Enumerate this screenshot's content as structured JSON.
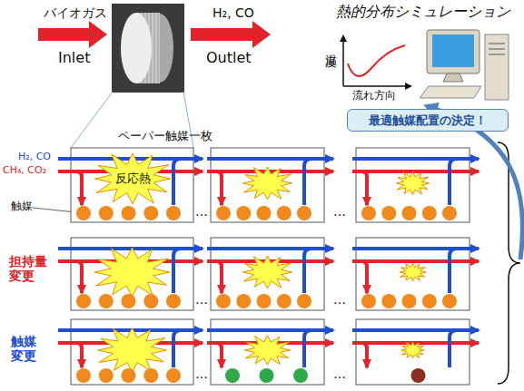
{
  "diagram": {
    "nodes": [
      {
        "text": [
          "反応熱"
        ]
      },
      {
        "text": [
          "最適触媒配置の決定！"
        ]
      }
    ],
    "labels": [
      "バイオガス",
      "Inlet",
      "H₂, CO",
      "Outlet",
      "熱的分布シミュレーション",
      "温度",
      "流れ方向",
      "ペーパー触媒一枚",
      "H₂, CO",
      "CH₄, CO₂",
      "触媒",
      "担持量 変更",
      "触媒 変更",
      "…",
      "…",
      "…",
      "…",
      "…",
      "…"
    ]
  }
}
